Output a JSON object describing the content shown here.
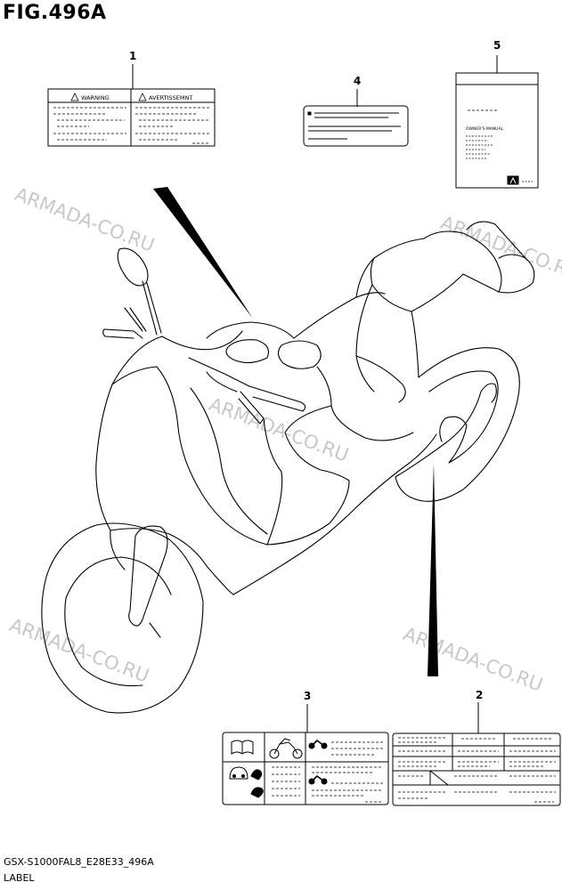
{
  "figure": {
    "title": "FIG.496A",
    "code": "GSX-S1000FAL8_E28E33_496A",
    "caption": "LABEL"
  },
  "watermark_text": "ARMADA-CO.RU",
  "callouts": [
    {
      "id": "1",
      "label": "1"
    },
    {
      "id": "2",
      "label": "2"
    },
    {
      "id": "3",
      "label": "3"
    },
    {
      "id": "4",
      "label": "4"
    },
    {
      "id": "5",
      "label": "5"
    }
  ],
  "label1": {
    "left_heading": "WARNING",
    "right_heading": "AVERTISSEMNT"
  },
  "label5": {
    "manual_title": "OWNER'S MANUAL"
  },
  "colors": {
    "line": "#000000",
    "watermark": "#c8c8c8",
    "background": "#ffffff"
  }
}
